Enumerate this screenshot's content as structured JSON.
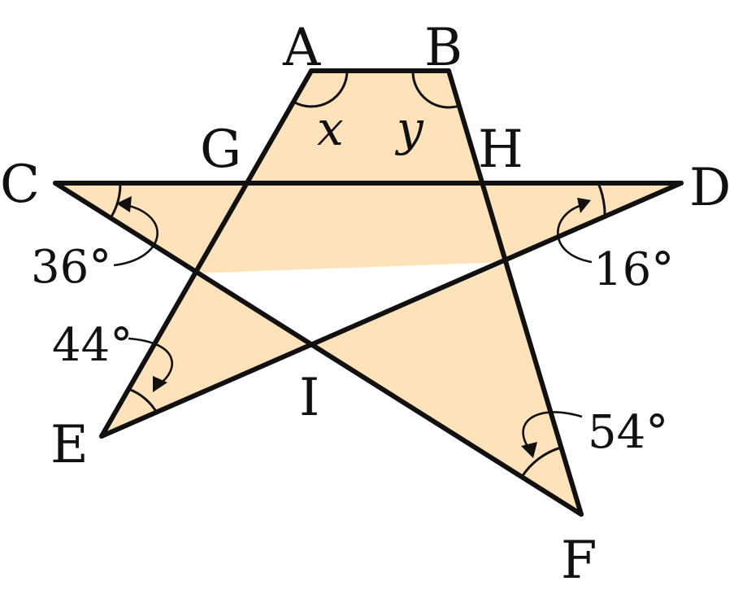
{
  "vertices": {
    "A": "A",
    "B": "B",
    "C": "C",
    "D": "D",
    "E": "E",
    "F": "F",
    "G": "G",
    "H": "H",
    "I": "I"
  },
  "variables": {
    "x": "x",
    "y": "y"
  },
  "angles": {
    "C": "36°",
    "D": "16°",
    "E": "44°",
    "F": "54°"
  },
  "colors": {
    "fill": "#fde2ba",
    "stroke": "#111111"
  }
}
